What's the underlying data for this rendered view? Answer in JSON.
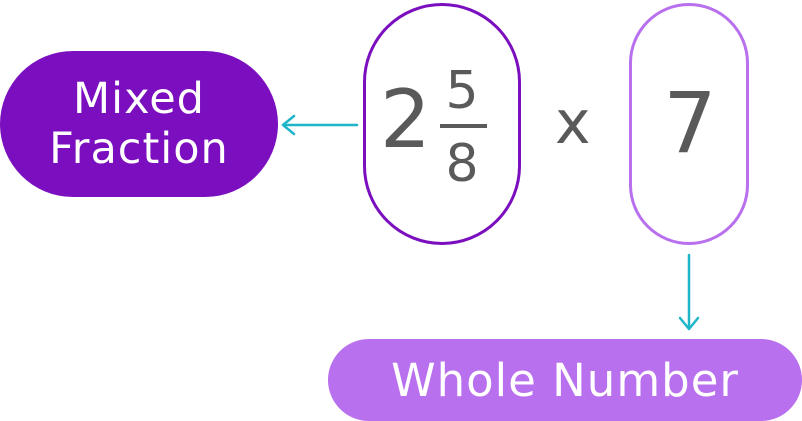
{
  "colors": {
    "mixed_accent": "#7b0fbf",
    "whole_accent": "#b870ee",
    "arrow": "#1fb5c8",
    "math_text": "#5a5a5a"
  },
  "labels": {
    "mixed_line1": "Mixed",
    "mixed_line2": "Fraction",
    "whole": "Whole Number"
  },
  "expression": {
    "whole_part": "2",
    "numerator": "5",
    "denominator": "8",
    "operator": "x",
    "multiplier": "7"
  }
}
